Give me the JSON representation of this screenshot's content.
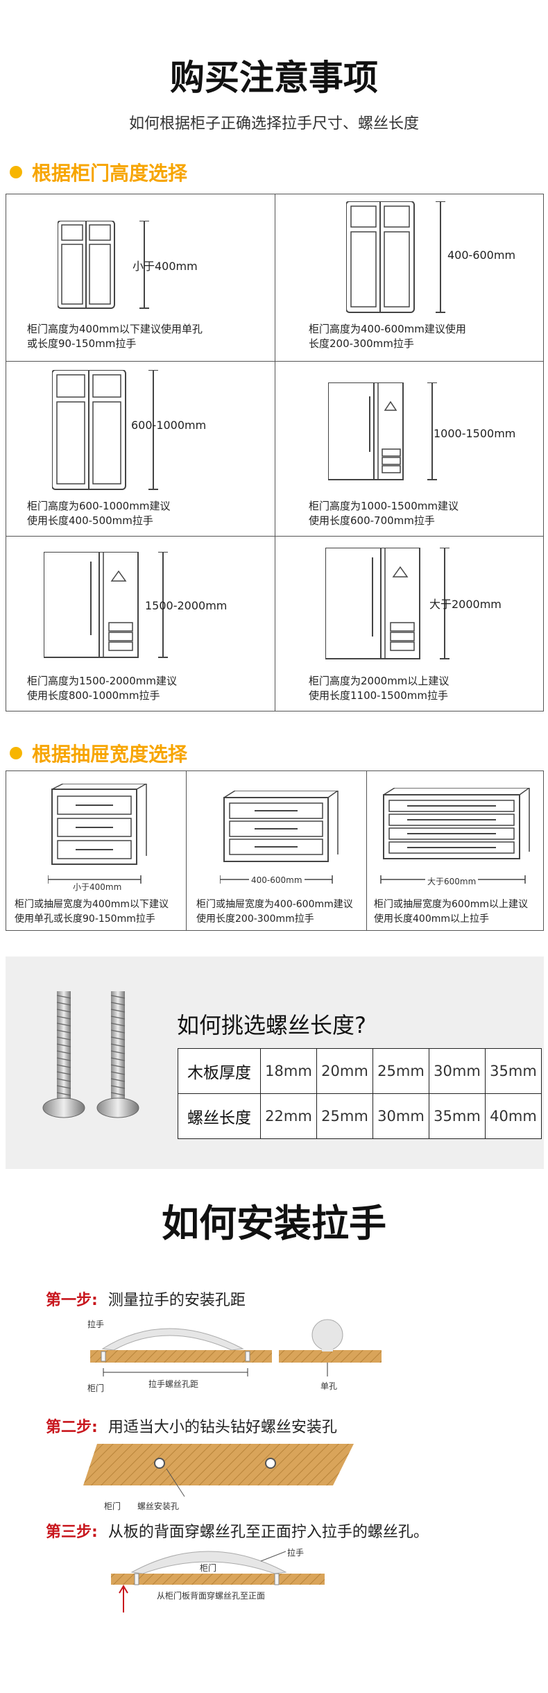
{
  "header": {
    "title": "购买注意事项",
    "subtitle": "如何根据柜子正确选择拉手尺寸、螺丝长度"
  },
  "section_height": {
    "heading": "根据柜门高度选择",
    "cells": [
      {
        "measure": "小于400mm",
        "caption_line1": "柜门高度为400mm以下建议使用单孔",
        "caption_line2": "或长度90-150mm拉手"
      },
      {
        "measure": "400-600mm",
        "caption_line1": "柜门高度为400-600mm建议使用",
        "caption_line2": "长度200-300mm拉手"
      },
      {
        "measure": "600-1000mm",
        "caption_line1": "柜门高度为600-1000mm建议",
        "caption_line2": "使用长度400-500mm拉手"
      },
      {
        "measure": "1000-1500mm",
        "caption_line1": "柜门高度为1000-1500mm建议",
        "caption_line2": "使用长度600-700mm拉手"
      },
      {
        "measure": "1500-2000mm",
        "caption_line1": "柜门高度为1500-2000mm建议",
        "caption_line2": "使用长度800-1000mm拉手"
      },
      {
        "measure": "大于2000mm",
        "caption_line1": "柜门高度为2000mm以上建议",
        "caption_line2": "使用长度1100-1500mm拉手"
      }
    ]
  },
  "section_width": {
    "heading": "根据抽屉宽度选择",
    "cells": [
      {
        "measure": "小于400mm",
        "caption_line1": "柜门或抽屉宽度为400mm以下建议",
        "caption_line2": "使用单孔或长度90-150mm拉手"
      },
      {
        "measure": "400-600mm",
        "caption_line1": "柜门或抽屉宽度为400-600mm建议",
        "caption_line2": "使用长度200-300mm拉手"
      },
      {
        "measure": "大于600mm",
        "caption_line1": "柜门或抽屉宽度为600mm以上建议",
        "caption_line2": "使用长度400mm以上拉手"
      }
    ]
  },
  "screw": {
    "question": "如何挑选螺丝长度?",
    "row1_header": "木板厚度",
    "row1": [
      "18mm",
      "20mm",
      "25mm",
      "30mm",
      "35mm"
    ],
    "row2_header": "螺丝长度",
    "row2": [
      "22mm",
      "25mm",
      "30mm",
      "35mm",
      "40mm"
    ]
  },
  "install": {
    "title": "如何安装拉手",
    "step1_label": "第一步:",
    "step1_text": "测量拉手的安装孔距",
    "step1_handle": "拉手",
    "step1_door": "柜门",
    "step1_distance": "拉手螺丝孔距",
    "step1_single": "单孔",
    "step2_label": "第二步:",
    "step2_text": "用适当大小的钻头钻好螺丝安装孔",
    "step2_door": "柜门",
    "step2_hole": "螺丝安装孔",
    "step3_label": "第三步:",
    "step3_text": "从板的背面穿螺丝孔至正面拧入拉手的螺丝孔。",
    "step3_door": "柜门",
    "step3_handle": "拉手",
    "step3_note": "从柜门板背面穿螺丝孔至正面"
  },
  "colors": {
    "accent": "#f7a500",
    "step_red": "#c8161d",
    "wood": "#d9a45a",
    "panel_gray": "#efefef"
  }
}
